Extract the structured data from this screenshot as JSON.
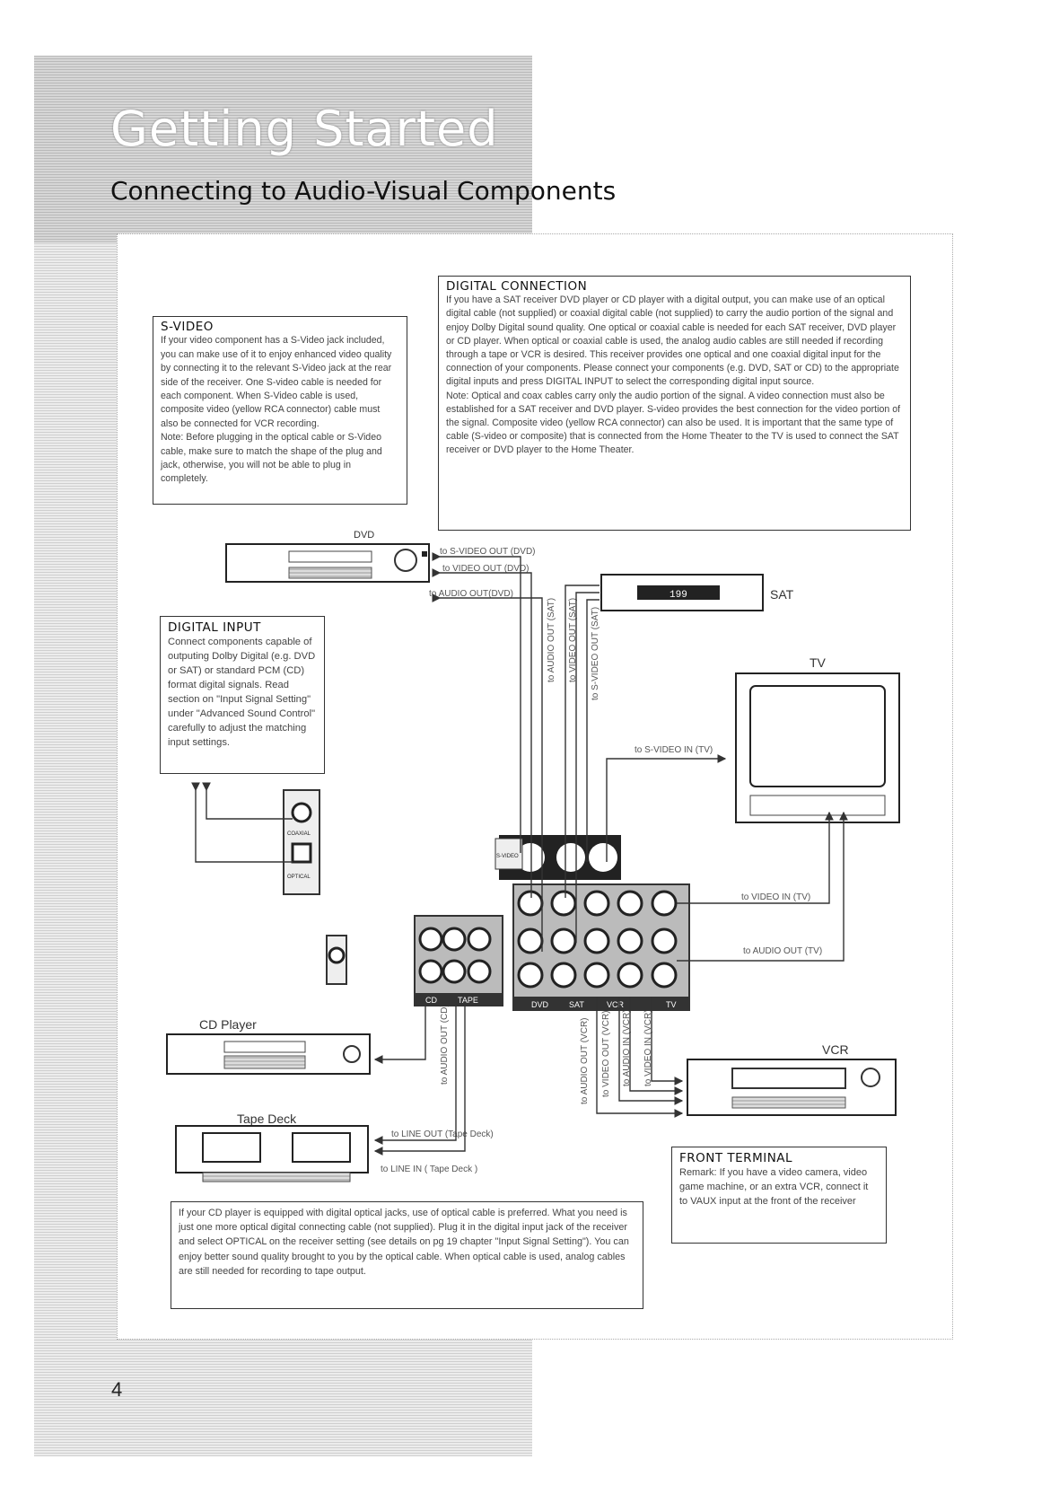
{
  "header": {
    "title": "Getting Started",
    "subtitle": "Connecting to Audio-Visual Components"
  },
  "s_video": {
    "heading": "S-VIDEO",
    "text": "If your video component has a S-Video jack included, you can make use of it to enjoy enhanced video quality by connecting it to the relevant S-Video jack at the rear side of the receiver. One S-video cable is needed for each component. When S-Video cable is used, composite video (yellow RCA connector) cable must also be connected for VCR recording.",
    "note": "Note: Before plugging in the optical cable or S-Video cable, make sure to match the shape of the plug and jack, otherwise, you will not be able to plug in completely."
  },
  "digital_connection": {
    "heading": "DIGITAL CONNECTION",
    "text": "If you have a SAT receiver DVD player or CD player with a digital output, you can make use of an optical digital cable (not supplied) or coaxial digital cable (not supplied) to carry the audio portion of the signal and enjoy Dolby Digital sound quality. One optical or coaxial cable is needed for each SAT receiver, DVD player or CD player. When optical or coaxial cable is used, the analog audio cables are still needed if recording through a tape or VCR is desired. This receiver provides one optical and one coaxial digital input for the connection of your components. Please connect your components (e.g. DVD, SAT or CD) to the appropriate digital inputs and press DIGITAL INPUT to select the corresponding digital input source.",
    "note": "Note: Optical and coax cables carry only the audio portion of the signal. A video connection must also be established for a SAT receiver and DVD player. S-video provides the best connection for the video portion of the signal. Composite video (yellow RCA connector) can also be used. It is important that the same type of cable (S-video or composite) that is connected from the Home Theater to the TV is used to connect the SAT receiver or DVD player to the Home Theater."
  },
  "digital_input": {
    "heading": "DIGITAL INPUT",
    "text": "Connect components capable of outputing Dolby Digital (e.g. DVD or SAT) or standard PCM (CD) format digital signals. Read section on \"Input Signal Setting\" under \"Advanced Sound Control\" carefully to adjust the matching input settings."
  },
  "front_terminal": {
    "heading": "FRONT TERMINAL",
    "text": "Remark: If you have a video camera, video game machine, or an extra VCR, connect it to VAUX input at the front of the receiver"
  },
  "cd_note": {
    "text": "If your CD player is equipped with digital optical jacks, use of optical cable is preferred. What you need is just one more optical digital connecting cable (not supplied). Plug it in the digital input jack of the receiver and select OPTICAL on the receiver setting (see details on pg 19 chapter \"Input Signal Setting\"). You can enjoy better sound quality brought to you by the optical cable. When optical cable is used, analog cables are still needed for recording to tape output."
  },
  "devices": {
    "dvd": "DVD",
    "sat": "SAT",
    "tv": "TV",
    "cd": "CD Player",
    "tape": "Tape Deck",
    "vcr": "VCR",
    "sat_display": "199"
  },
  "jack_labels": {
    "coaxial": "COAXIAL",
    "optical": "OPTICAL",
    "svideo": "S-VIDEO",
    "dvd": "DVD",
    "sat": "SAT",
    "vcr": "VCR",
    "tv": "TV",
    "cd": "CD",
    "tape": "TAPE"
  },
  "cable_labels": {
    "dvd_svideo": "to S-VIDEO OUT (DVD)",
    "dvd_video": "to VIDEO OUT (DVD)",
    "dvd_audio": "to AUDIO OUT(DVD)",
    "sat_audio": "to AUDIO OUT (SAT)",
    "sat_video": "to VIDEO OUT (SAT)",
    "sat_svideo": "to S-VIDEO OUT (SAT)",
    "tv_svideo": "to S-VIDEO IN (TV)",
    "tv_video": "to VIDEO IN (TV)",
    "tv_audio": "to AUDIO OUT (TV)",
    "cd_audio": "to AUDIO OUT (CD)",
    "tape_out": "to LINE OUT (Tape Deck)",
    "tape_in": "to LINE IN ( Tape Deck )",
    "vcr_audio_out": "to AUDIO OUT (VCR)",
    "vcr_video_out": "to VIDEO OUT (VCR)",
    "vcr_audio_in": "to AUDIO IN (VCR)",
    "vcr_video_in": "to VIDEO IN (VCR)"
  },
  "page_number": "4"
}
